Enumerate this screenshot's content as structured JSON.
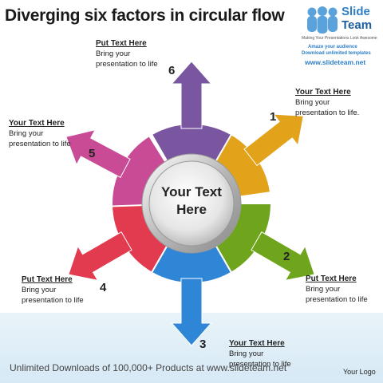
{
  "title": "Diverging six factors in circular flow",
  "logo": {
    "word1": "Slide",
    "word2": "Team",
    "tagline": "Making Your Presentations Look Awesome",
    "line1": "Amaze your audience",
    "line2": "Download unlimited templates",
    "url": "www.slideteam.net"
  },
  "center": {
    "line1": "Your Text",
    "line2": "Here"
  },
  "segments": [
    {
      "number": "1",
      "color": "#e2a21a"
    },
    {
      "number": "2",
      "color": "#6fa51d"
    },
    {
      "number": "3",
      "color": "#2f86d6"
    },
    {
      "number": "4",
      "color": "#e23a4e"
    },
    {
      "number": "5",
      "color": "#c94a95"
    },
    {
      "number": "6",
      "color": "#7a55a0"
    }
  ],
  "callouts": {
    "c6": {
      "heading": "Put Text Here",
      "body1": "Bring your",
      "body2": "presentation to life"
    },
    "c1": {
      "heading": "Your Text Here",
      "body1": "Bring your",
      "body2": "presentation to life."
    },
    "c5": {
      "heading": "Your Text Here",
      "body1": "Bring your",
      "body2": "presentation to life"
    },
    "c2": {
      "heading": "Put Text Here",
      "body1": "Bring your",
      "body2": "presentation to life"
    },
    "c4": {
      "heading": "Put Text Here",
      "body1": "Bring your",
      "body2": "presentation to life"
    },
    "c3": {
      "heading": "Your Text Here",
      "body1": "Bring your",
      "body2": "presentation to life"
    }
  },
  "footer": "Unlimited Downloads of 100,000+ Products at www.slideteam.net",
  "your_logo": "Your Logo"
}
